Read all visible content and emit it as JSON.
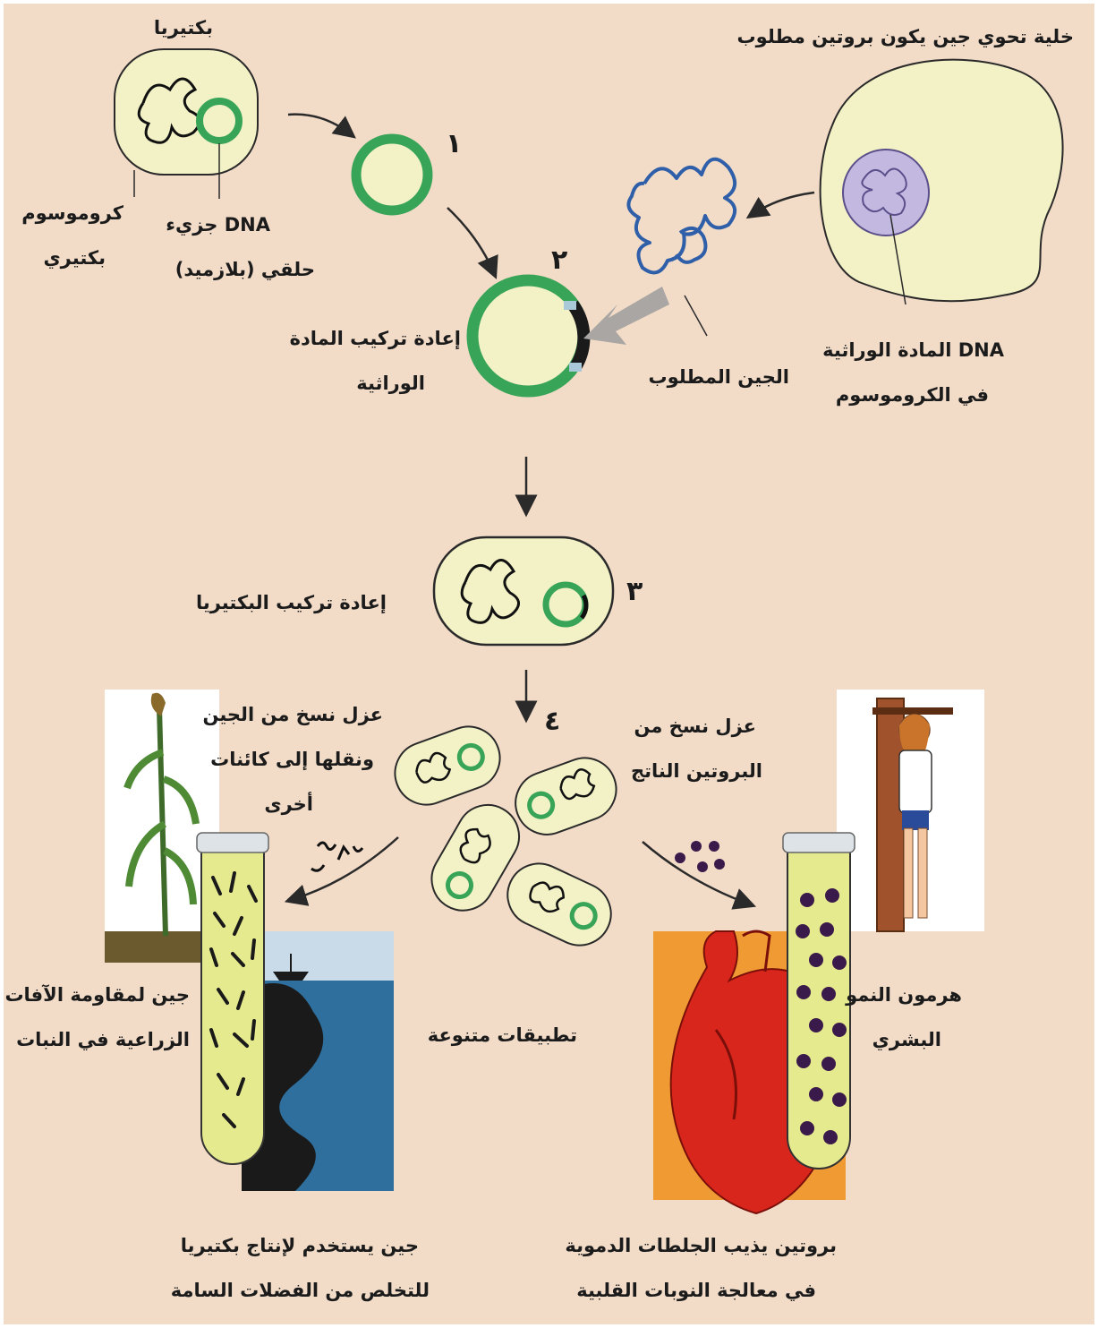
{
  "labels": {
    "bacteria": "بكتيريا",
    "cell_with_gene": "خلية تحوي جين يكون بروتين مطلوب",
    "bacterial_chromosome_1": "كروموسوم",
    "bacterial_chromosome_2": "بكتيري",
    "plasmid_1": "جزيء DNA",
    "plasmid_2": "حلقي (بلازميد)",
    "recombination_1": "إعادة تركيب المادة",
    "recombination_2": "الوراثية",
    "desired_gene": "الجين المطلوب",
    "dna_genetic_1": "المادة الوراثية DNA",
    "dna_genetic_2": "في الكروموسوم",
    "bacteria_recombination": "إعادة تركيب البكتيريا",
    "isolate_gene_1": "عزل نسخ من الجين",
    "isolate_gene_2": "ونقلها إلى كائنات",
    "isolate_gene_3": "أخرى",
    "isolate_protein_1": "عزل نسخ من",
    "isolate_protein_2": "البروتين الناتج",
    "pest_gene_1": "جين لمقاومة الآفات",
    "pest_gene_2": "الزراعية في النبات",
    "applications": "تطبيقات متنوعة",
    "growth_hormone_1": "هرمون النمو",
    "growth_hormone_2": "البشري",
    "waste_gene_1": "جين يستخدم لإنتاج بكتيريا",
    "waste_gene_2": "للتخلص من الفضلات السامة",
    "clot_protein_1": "بروتين يذيب الجلطات الدموية",
    "clot_protein_2": "في معالجة النوبات القلبية"
  },
  "steps": {
    "s1": "١",
    "s2": "٢",
    "s3": "٣",
    "s4": "٤"
  },
  "colors": {
    "background": "#f2dcc8",
    "cell_fill": "#f3f1c6",
    "plasmid_green": "#38a457",
    "nucleus": "#c2b8e0",
    "gene_blue": "#2f5fa8",
    "heart_red": "#d9261c",
    "dots": "#3a1a4a",
    "tube_liquid": "#e6ea8e"
  }
}
